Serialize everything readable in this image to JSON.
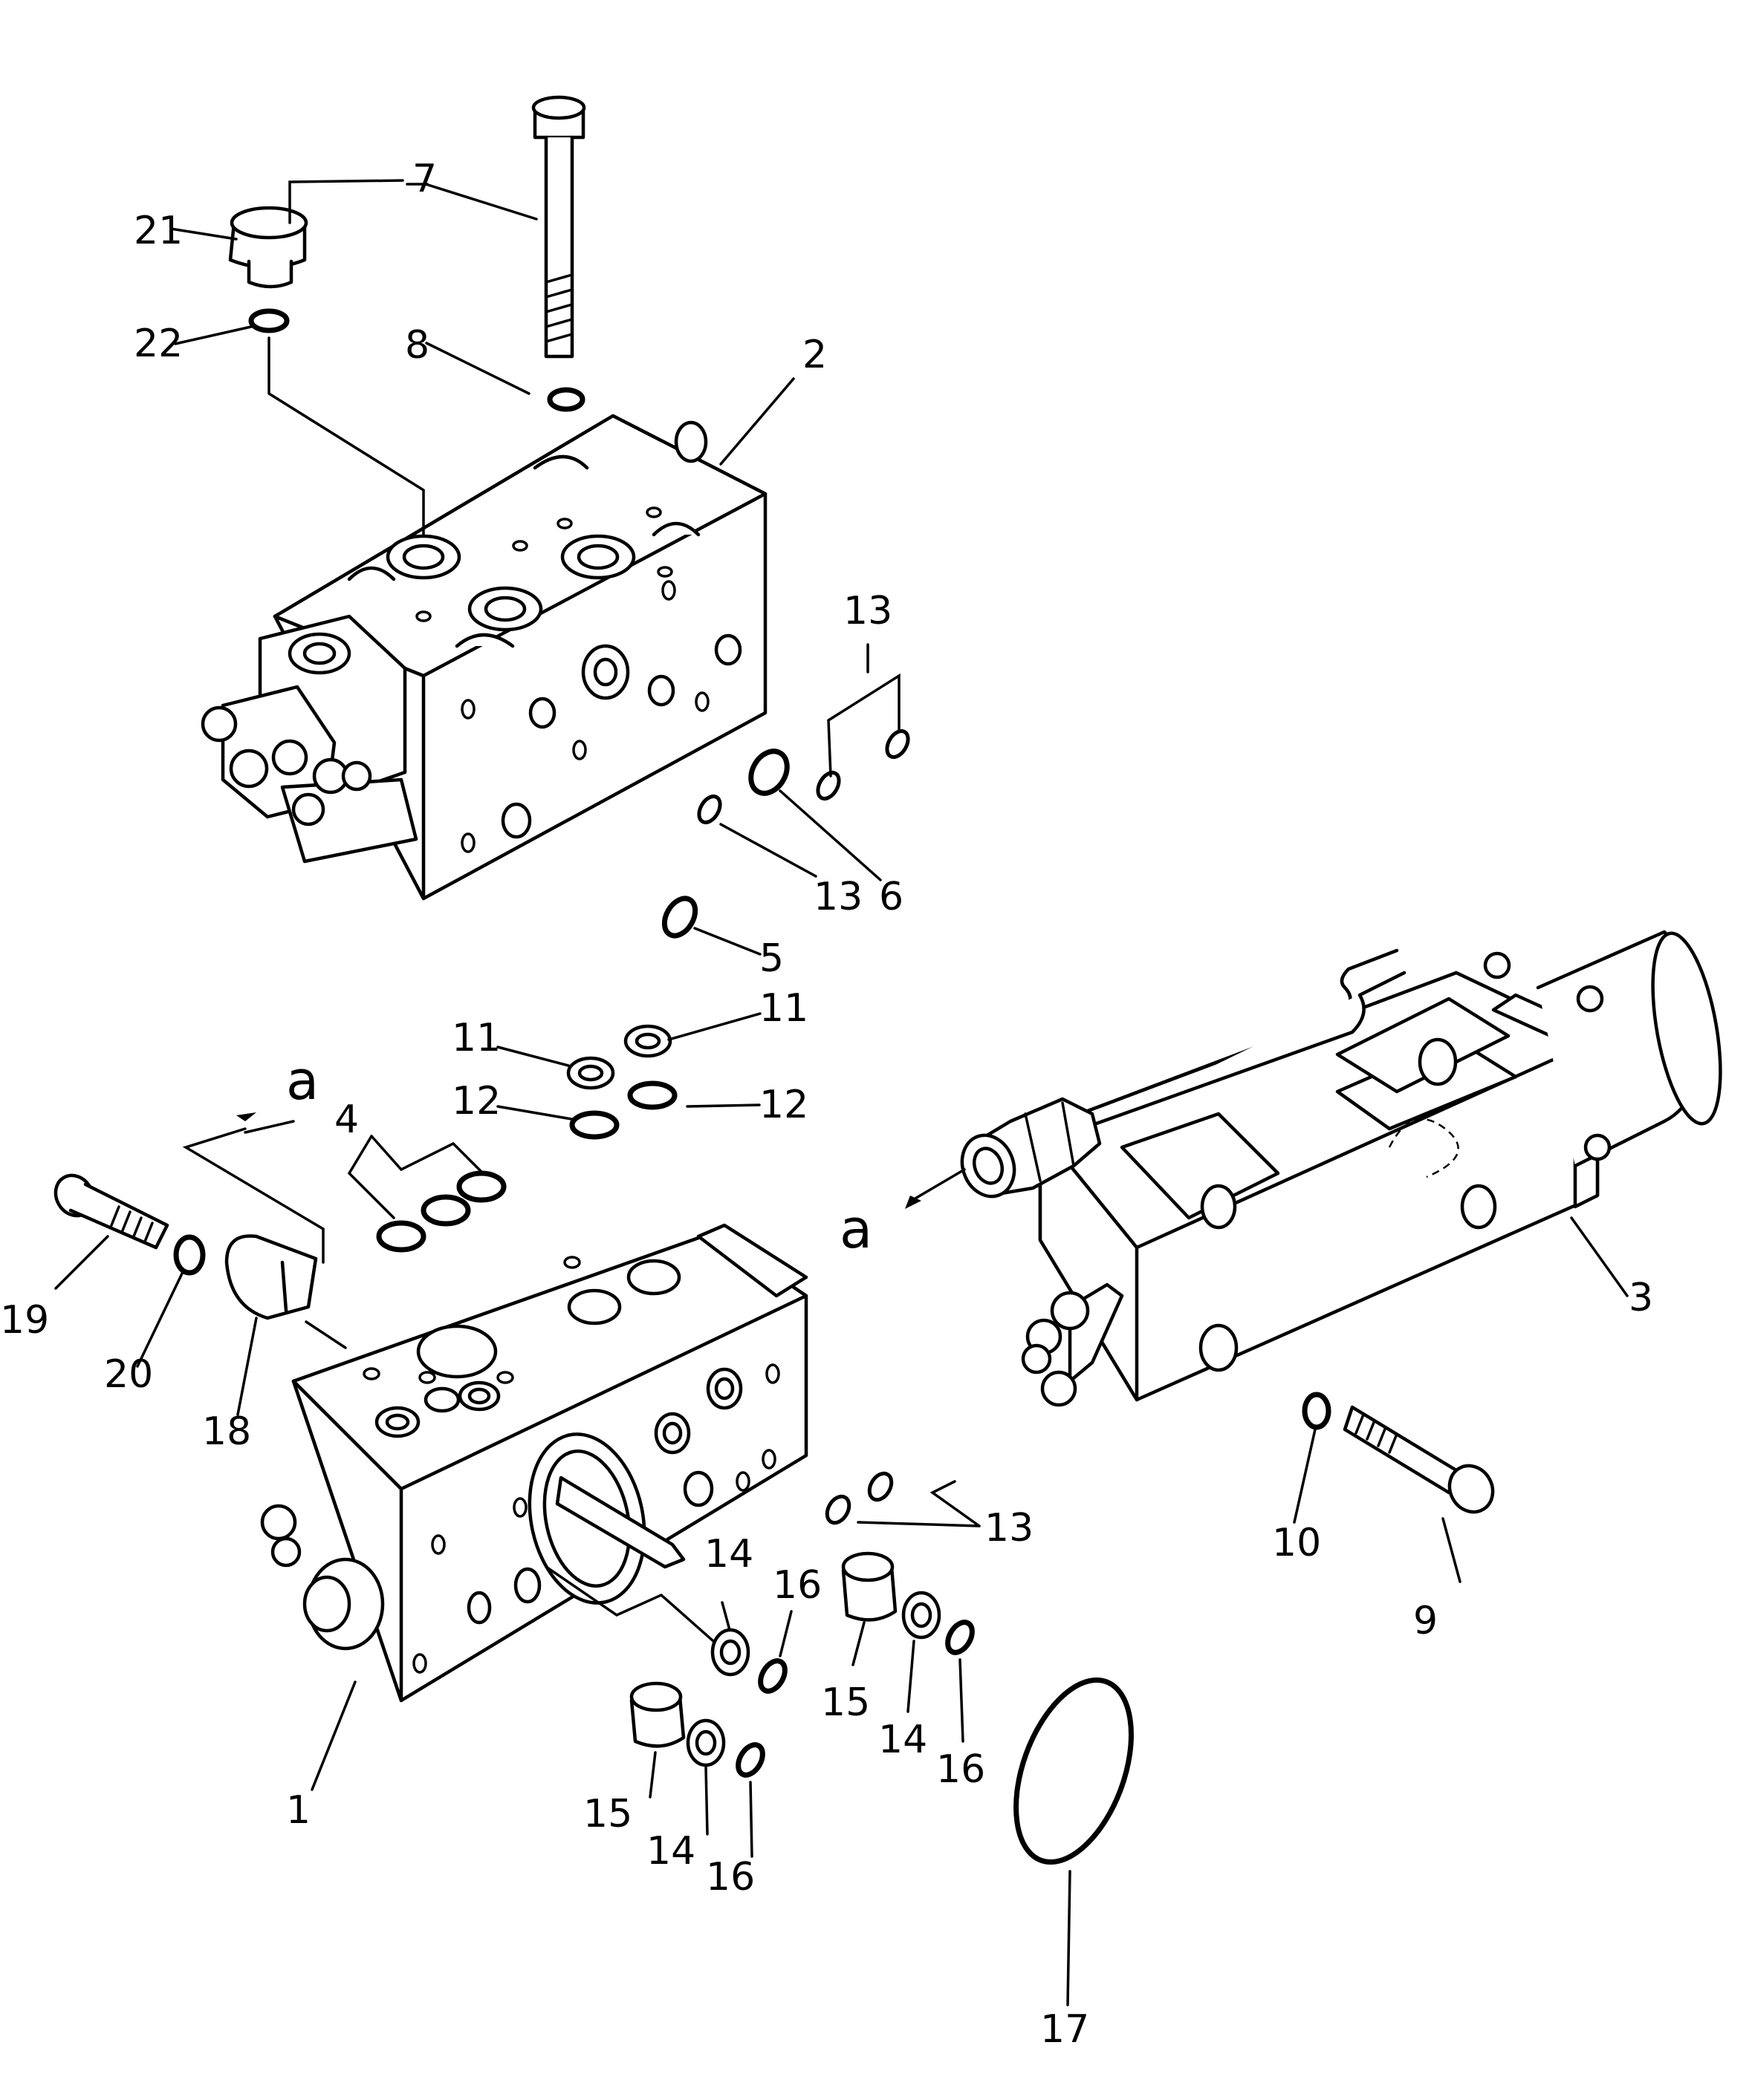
{
  "callouts": {
    "c1": "1",
    "c2": "2",
    "c3": "3",
    "c4": "4",
    "c5": "5",
    "c6": "6",
    "c7": "7",
    "c8": "8",
    "c9": "9",
    "c10": "10",
    "c11a": "11",
    "c11b": "11",
    "c12a": "12",
    "c12b": "12",
    "c13a": "13",
    "c13b": "13",
    "c13c": "13",
    "c14a": "14",
    "c14b": "14",
    "c14c": "14",
    "c15a": "15",
    "c15b": "15",
    "c16a": "16",
    "c16b": "16",
    "c16c": "16",
    "c17": "17",
    "c18": "18",
    "c19": "19",
    "c20": "20",
    "c21": "21",
    "c22": "22",
    "refA1": "a",
    "refA2": "a"
  }
}
